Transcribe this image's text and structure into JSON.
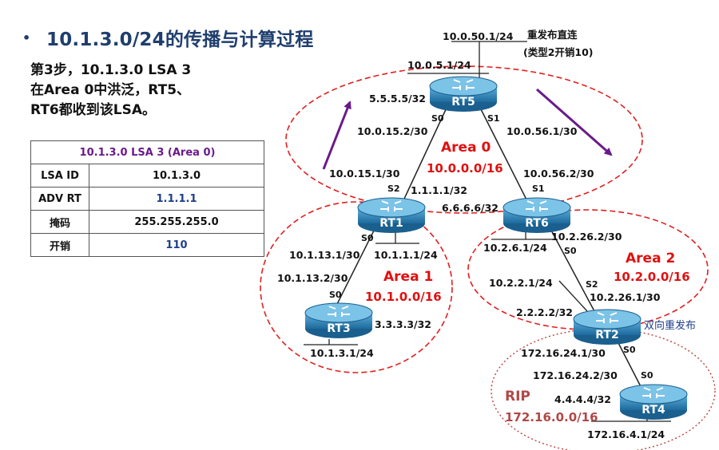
{
  "slide": {
    "bullet": "•",
    "title": "10.1.3.0/24的传播与计算过程",
    "step_lines": [
      "第3步，10.1.3.0  LSA 3",
      "在Area 0中洪泛，RT5、",
      "RT6都收到该LSA。"
    ]
  },
  "lsa_table": {
    "header": "10.1.3.0  LSA 3 (Area 0)",
    "rows": [
      {
        "key": "LSA ID",
        "value": "10.1.3.0",
        "value_color": "#111111"
      },
      {
        "key": "ADV RT",
        "value": "1.1.1.1",
        "value_color": "#1f3e8a"
      },
      {
        "key": "掩码",
        "value": "255.255.255.0",
        "value_color": "#111111"
      },
      {
        "key": "开销",
        "value": "110",
        "value_color": "#1f3e8a"
      }
    ]
  },
  "areas": [
    {
      "name": "Area 0",
      "network": "10.0.0.0/16"
    },
    {
      "name": "Area 1",
      "network": "10.1.0.0/16"
    },
    {
      "name": "Area 2",
      "network": "10.2.0.0/16"
    },
    {
      "name": "RIP",
      "network": "172.16.0.0/16"
    }
  ],
  "routers": {
    "rt5": {
      "name": "RT5",
      "router_id": "5.5.5.5/32",
      "stub1": "10.0.5.1/24",
      "stub2": "10.0.50.1/24",
      "note1": "重发布直连",
      "note2": "(类型2开销10)",
      "port_s0": "S0",
      "port_s1": "S1"
    },
    "rt1": {
      "name": "RT1",
      "router_id": "1.1.1.1/32",
      "stub": "10.1.1.1/24",
      "port_s2": "S2",
      "port_s0": "S0"
    },
    "rt6": {
      "name": "RT6",
      "router_id": "6.6.6.6/32",
      "stub": "10.2.6.1/24",
      "port_s1": "S1",
      "port_s0": "S0"
    },
    "rt3": {
      "name": "RT3",
      "router_id": "3.3.3.3/32",
      "stub": "10.1.3.1/24",
      "port_s0": "S0"
    },
    "rt2": {
      "name": "RT2",
      "router_id": "2.2.2.2/32",
      "stub": "10.2.2.1/24",
      "port_s2": "S2",
      "port_s0": "S0",
      "note": "双向重发布"
    },
    "rt4": {
      "name": "RT4",
      "router_id": "4.4.4.4/32",
      "stub": "172.16.4.1/24",
      "port_s0": "S0"
    }
  },
  "links": {
    "rt5_rt1_a": "10.0.15.2/30",
    "rt5_rt1_b": "10.0.15.1/30",
    "rt5_rt6_a": "10.0.56.1/30",
    "rt5_rt6_b": "10.0.56.2/30",
    "rt1_rt3_a": "10.1.13.1/30",
    "rt1_rt3_b": "10.1.13.2/30",
    "rt6_rt2_a": "10.2.26.2/30",
    "rt6_rt2_b": "10.2.26.1/30",
    "rt2_rt4_a": "172.16.24.1/30",
    "rt2_rt4_b": "172.16.24.2/30"
  },
  "colors": {
    "title": "#1f3e6e",
    "area": "#e01010",
    "rip": "#b04848",
    "router": "#2a7bb0",
    "arrow": "#6a1a8a"
  }
}
